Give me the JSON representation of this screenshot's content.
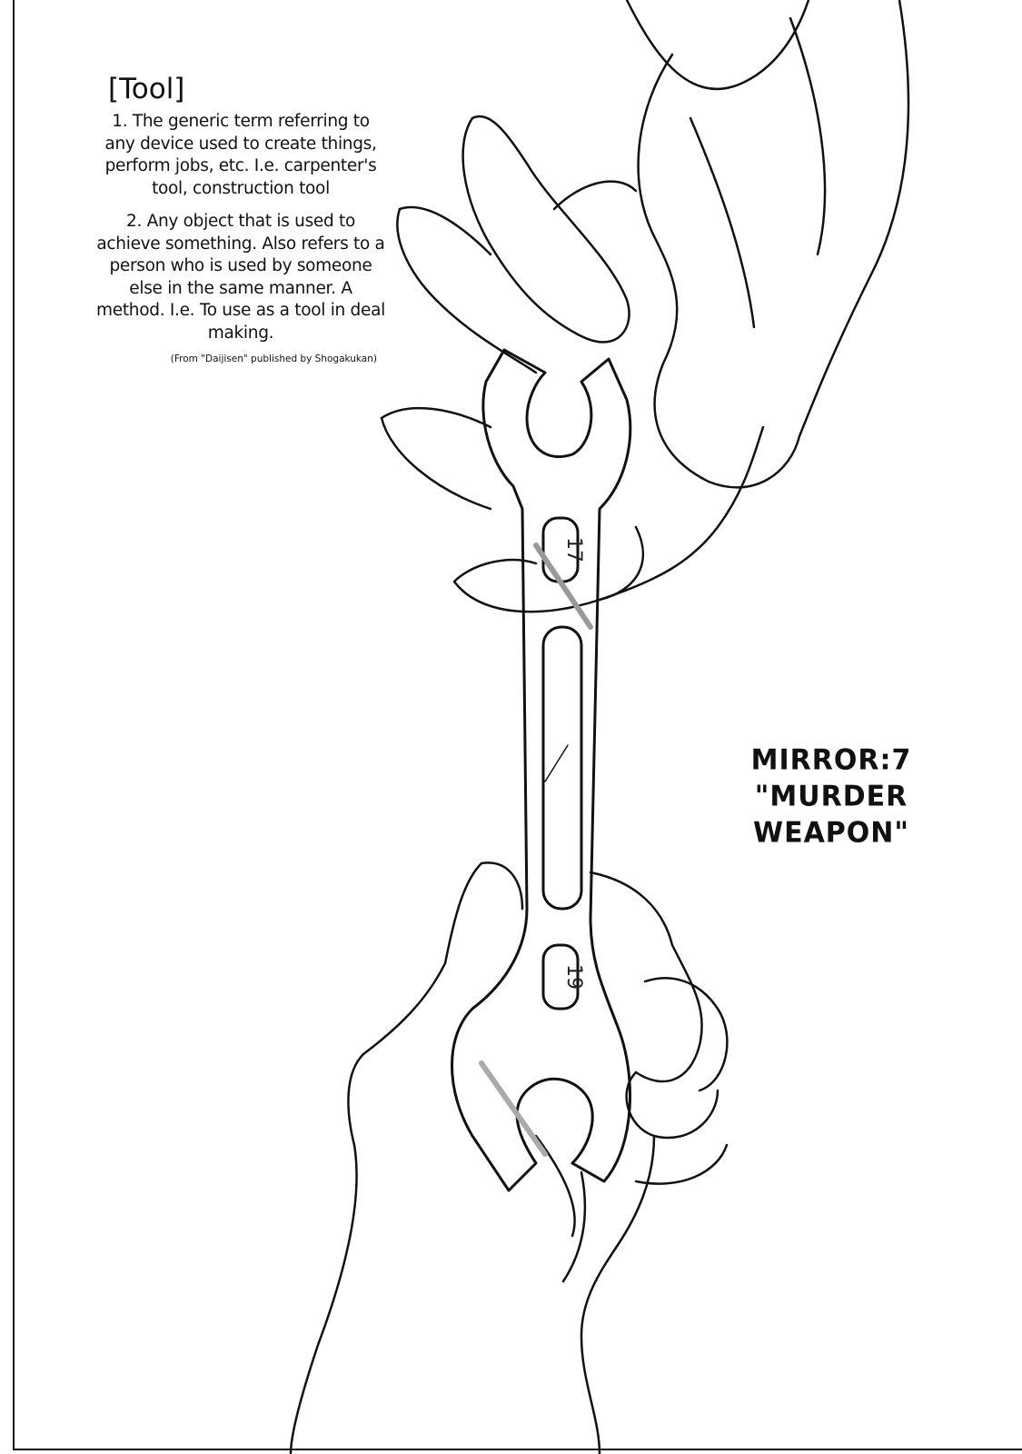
{
  "definition": {
    "title": "[Tool]",
    "entries": [
      "1. The generic term referring to any device used to create things, perform jobs, etc. I.e. carpenter's tool, construction tool",
      "2. Any object that is used to achieve something. Also refers to a person who is used by someone else in the same manner. A method. I.e. To use as a tool in deal making."
    ],
    "source": "(From \"Daijisen\" published by Shogakukan)"
  },
  "chapter": {
    "number_label": "MIRROR:7",
    "title": "\"MURDER WEAPON\""
  },
  "wrench": {
    "top_size": "17",
    "bottom_size": "19"
  }
}
